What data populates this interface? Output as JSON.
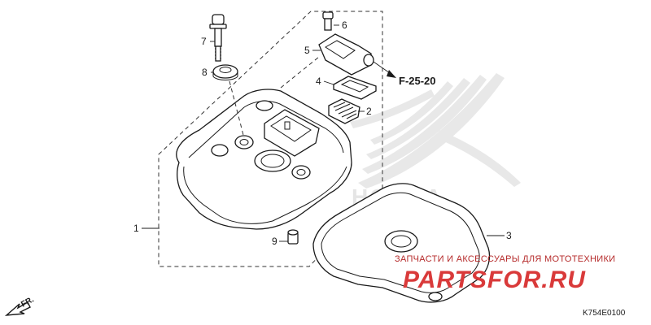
{
  "callouts": [
    {
      "id": "1",
      "label": "1"
    },
    {
      "id": "2",
      "label": "2"
    },
    {
      "id": "3",
      "label": "3"
    },
    {
      "id": "4",
      "label": "4"
    },
    {
      "id": "5",
      "label": "5"
    },
    {
      "id": "6",
      "label": "6"
    },
    {
      "id": "7",
      "label": "7"
    },
    {
      "id": "8",
      "label": "8"
    },
    {
      "id": "9",
      "label": "9"
    }
  ],
  "reference": "F-25-20",
  "direction_label": "FR.",
  "diagram_code": "K754E0100",
  "watermark": {
    "tagline": "ЗАПЧАСТИ И АКСЕССУАРЫ ДЛЯ МОТОТЕХНИКИ",
    "brand": "PARTSFOR.RU",
    "logo_text": "HONDA"
  },
  "colors": {
    "line": "#1a1a1a",
    "watermark_red": "#d93a3a",
    "watermark_gray": "#e3e3e3"
  }
}
